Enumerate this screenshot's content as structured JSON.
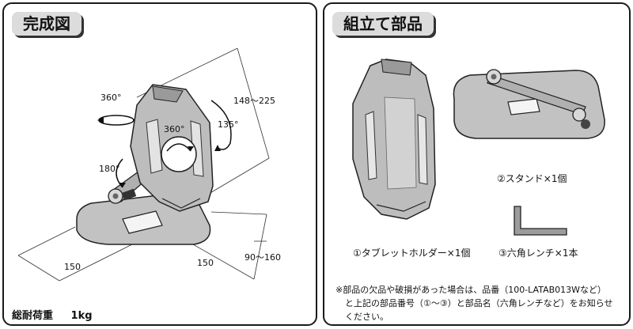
{
  "left": {
    "title": "完成図",
    "rot_top": "360°",
    "rot_center": "360°",
    "rot_side": "135°",
    "rot_bottom": "180°",
    "dim_height": "148〜225",
    "dim_depth": "150",
    "dim_width": "150",
    "dim_base": "90〜160",
    "weight_label": "総耐荷重",
    "weight_value": "1kg"
  },
  "right": {
    "title": "組立て部品",
    "part1": "①タブレットホルダー×1個",
    "part2": "②スタンド×1個",
    "part3": "③六角レンチ×1本",
    "note_line1": "※部品の欠品や破損があった場合は、品番（100-LATAB013Wなど）",
    "note_line2": "と上記の部品番号（①〜③）と部品名（六角レンチなど）をお知らせ",
    "note_line3": "ください。"
  },
  "colors": {
    "device_fill": "#bdbdbd",
    "device_shade": "#8c8c8c",
    "tab_bg": "#dcdcdc",
    "border": "#1a1a1a"
  }
}
